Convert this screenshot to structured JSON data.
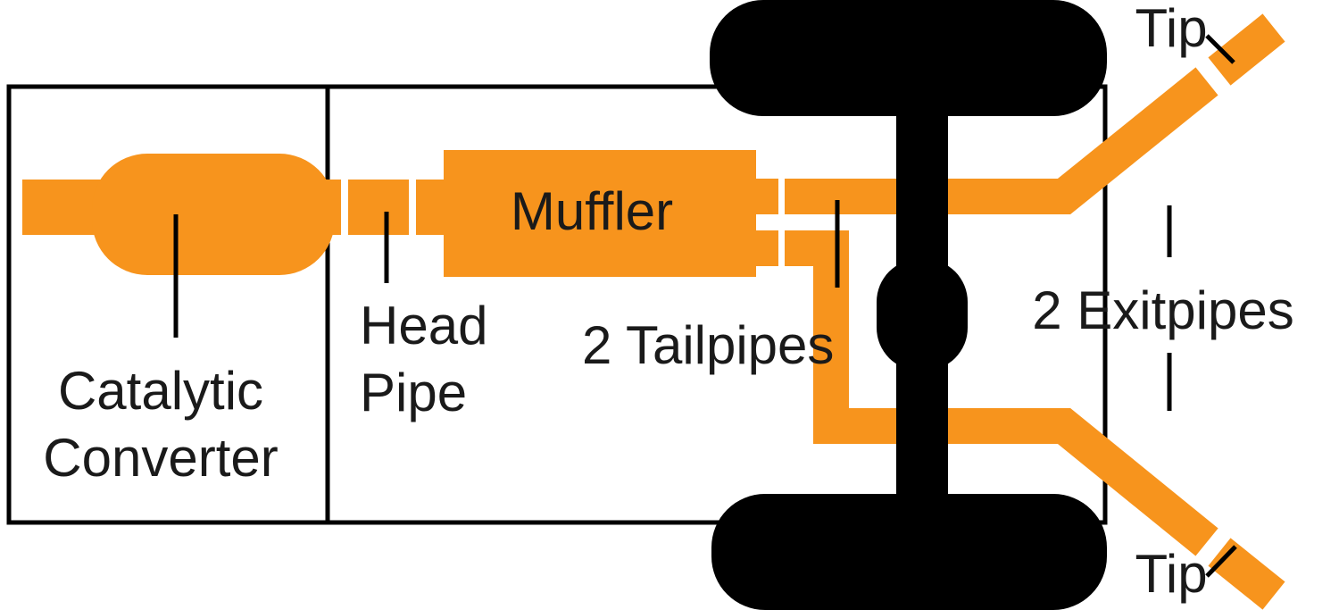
{
  "diagram": {
    "title": "Exhaust system layout diagram",
    "labels": {
      "muffler": "Muffler",
      "head_pipe_line1": "Head",
      "head_pipe_line2": "Pipe",
      "tailpipes": "2 Tailpipes",
      "exitpipes": "2 Exitpipes",
      "catalytic_line1": "Catalytic",
      "catalytic_line2": "Converter",
      "tip_top": "Tip",
      "tip_bottom": "Tip"
    },
    "colors": {
      "pipe": "#F7941D",
      "drivetrain": "#000000",
      "line": "#000000",
      "text": "#1a1a1a",
      "background": "#FFFFFF"
    }
  }
}
